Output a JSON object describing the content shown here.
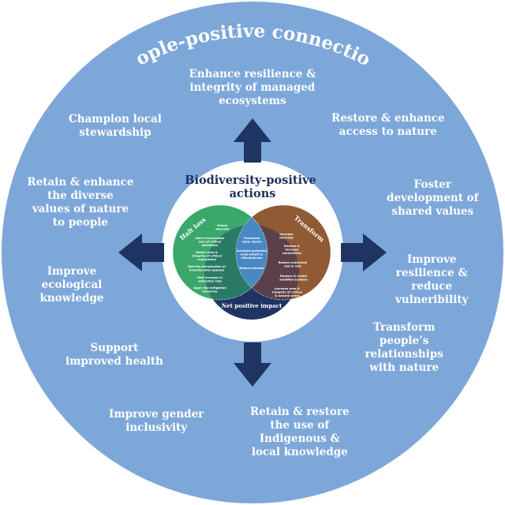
{
  "outer_title": "People-positive connections",
  "inner_title": [
    "Biodiversity-positive",
    "actions"
  ],
  "circles": {
    "halt_loss": "Halt loss",
    "transform": "Transform",
    "net_positive": "Net positive impact"
  },
  "people_positive": [
    [
      "Enhance resilience &",
      "integrity of managed",
      "ecosystems"
    ],
    [
      "Restore & enhance",
      "access to nature"
    ],
    [
      "Foster",
      "development of",
      "shared values"
    ],
    [
      "Improve",
      "resilience &",
      "reduce",
      "vulneribility"
    ],
    [
      "Transform",
      "people’s",
      "relationships",
      "with nature"
    ],
    [
      "Retain & restore",
      "the use of",
      "Indigenous &",
      "local knowledge"
    ],
    [
      "Improve gender",
      "inclusivity"
    ],
    [
      "Support",
      "improved health"
    ],
    [
      "Improve",
      "ecological",
      "knowledge"
    ],
    [
      "Retain & enhance",
      "the diverse",
      "values of nature",
      "to people"
    ],
    [
      "Champion local",
      "stewardship"
    ]
  ],
  "venn_left": [
    [
      "Retain",
      "diversity"
    ],
    [
      "Halt irrecoverable",
      "loss of critical",
      "attributes"
    ],
    [
      "Retain area &",
      "integrity of critical",
      "ecosystems"
    ],
    [
      "Halt the introduction of",
      "invasive alien species"
    ],
    [
      "Halt increase in",
      "extinction rate"
    ],
    [
      "Apply the mitigation",
      "hierarchy"
    ]
  ],
  "venn_center": [
    [
      "Transform",
      "value chains"
    ],
    [
      "Increase protected",
      "area extent &",
      "effectiveness"
    ],
    [
      "Reduce threats"
    ]
  ],
  "venn_right": [
    [
      "Increase",
      "diversity"
    ],
    [
      "Restore &",
      "increase",
      "connectivity"
    ],
    [
      "Reduce extinction",
      "risk & rate"
    ],
    [
      "Restore & rewild",
      "modified systems"
    ],
    [
      "Increase area &",
      "integrity of critical",
      "& natural areas"
    ]
  ],
  "colors": {
    "outer_ring": "#7da7d9",
    "inner_disk": "#ffffff",
    "halt_loss": "#3aa86b",
    "transform": "#8f5a34",
    "net_positive": "#1f3462",
    "arrow": "#1f3462",
    "title_navy": "#1f2f5c"
  }
}
